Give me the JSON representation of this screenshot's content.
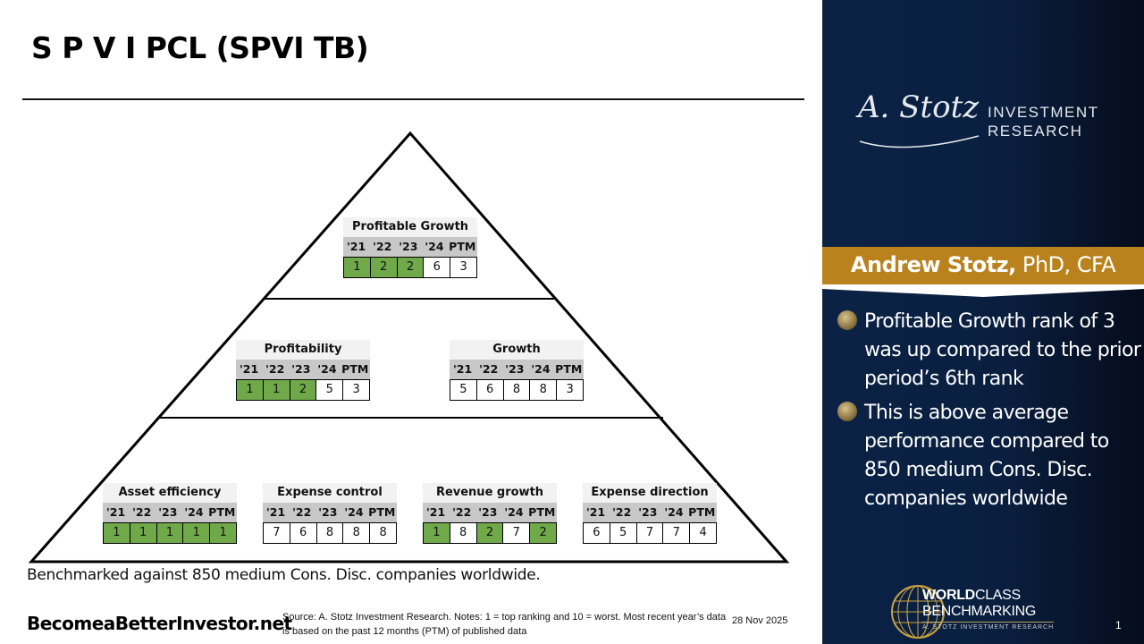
{
  "header": {
    "title": "S P V I PCL (SPVI TB)"
  },
  "pyramid": {
    "year_headers": [
      "'21",
      "'22",
      "'23",
      "'24",
      "PTM"
    ],
    "top": {
      "title": "Profitable Growth",
      "values": [
        "1",
        "2",
        "2",
        "6",
        "3"
      ],
      "highlight": [
        true,
        true,
        true,
        false,
        false
      ]
    },
    "middle": [
      {
        "title": "Profitability",
        "values": [
          "1",
          "1",
          "2",
          "5",
          "3"
        ],
        "highlight": [
          true,
          true,
          true,
          false,
          false
        ]
      },
      {
        "title": "Growth",
        "values": [
          "5",
          "6",
          "8",
          "8",
          "3"
        ],
        "highlight": [
          false,
          false,
          false,
          false,
          false
        ]
      }
    ],
    "bottom": [
      {
        "title": "Asset efficiency",
        "values": [
          "1",
          "1",
          "1",
          "1",
          "1"
        ],
        "highlight": [
          true,
          true,
          true,
          true,
          true
        ]
      },
      {
        "title": "Expense control",
        "values": [
          "7",
          "6",
          "8",
          "8",
          "8"
        ],
        "highlight": [
          false,
          false,
          false,
          false,
          false
        ]
      },
      {
        "title": "Revenue growth",
        "values": [
          "1",
          "8",
          "2",
          "7",
          "2"
        ],
        "highlight": [
          true,
          false,
          true,
          false,
          true
        ]
      },
      {
        "title": "Expense direction",
        "values": [
          "6",
          "5",
          "7",
          "7",
          "4"
        ],
        "highlight": [
          false,
          false,
          false,
          false,
          false
        ]
      }
    ],
    "highlight_color": "#6fa94a"
  },
  "footer": {
    "benchmark_note": "Benchmarked against 850 medium Cons. Disc. companies worldwide.",
    "website": "BecomeaBetterInvestor.net",
    "source_note": "Source: A. Stotz Investment Research. Notes: 1 = top ranking and 10 = worst. Most recent year’s data is based on the past 12 months (PTM) of published data",
    "date": "28 Nov 2025"
  },
  "sidebar": {
    "logo_script": "A. Stotz",
    "logo_line1": "INVESTMENT",
    "logo_line2": "RESEARCH",
    "author_name": "Andrew Stotz,",
    "author_credentials": "PhD, CFA",
    "banner_color": "#b9821d",
    "bullets": [
      "Profitable Growth rank of 3 was up compared to the prior period’s 6th rank",
      "This is above average performance compared to 850 medium Cons. Disc. companies worldwide"
    ],
    "wcb_bold": "WORLD",
    "wcb_light": "CLASS",
    "wcb_line2": "BENCHMARKING",
    "wcb_tagline": "A. STOTZ INVESTMENT RESEARCH",
    "page_number": "1"
  }
}
